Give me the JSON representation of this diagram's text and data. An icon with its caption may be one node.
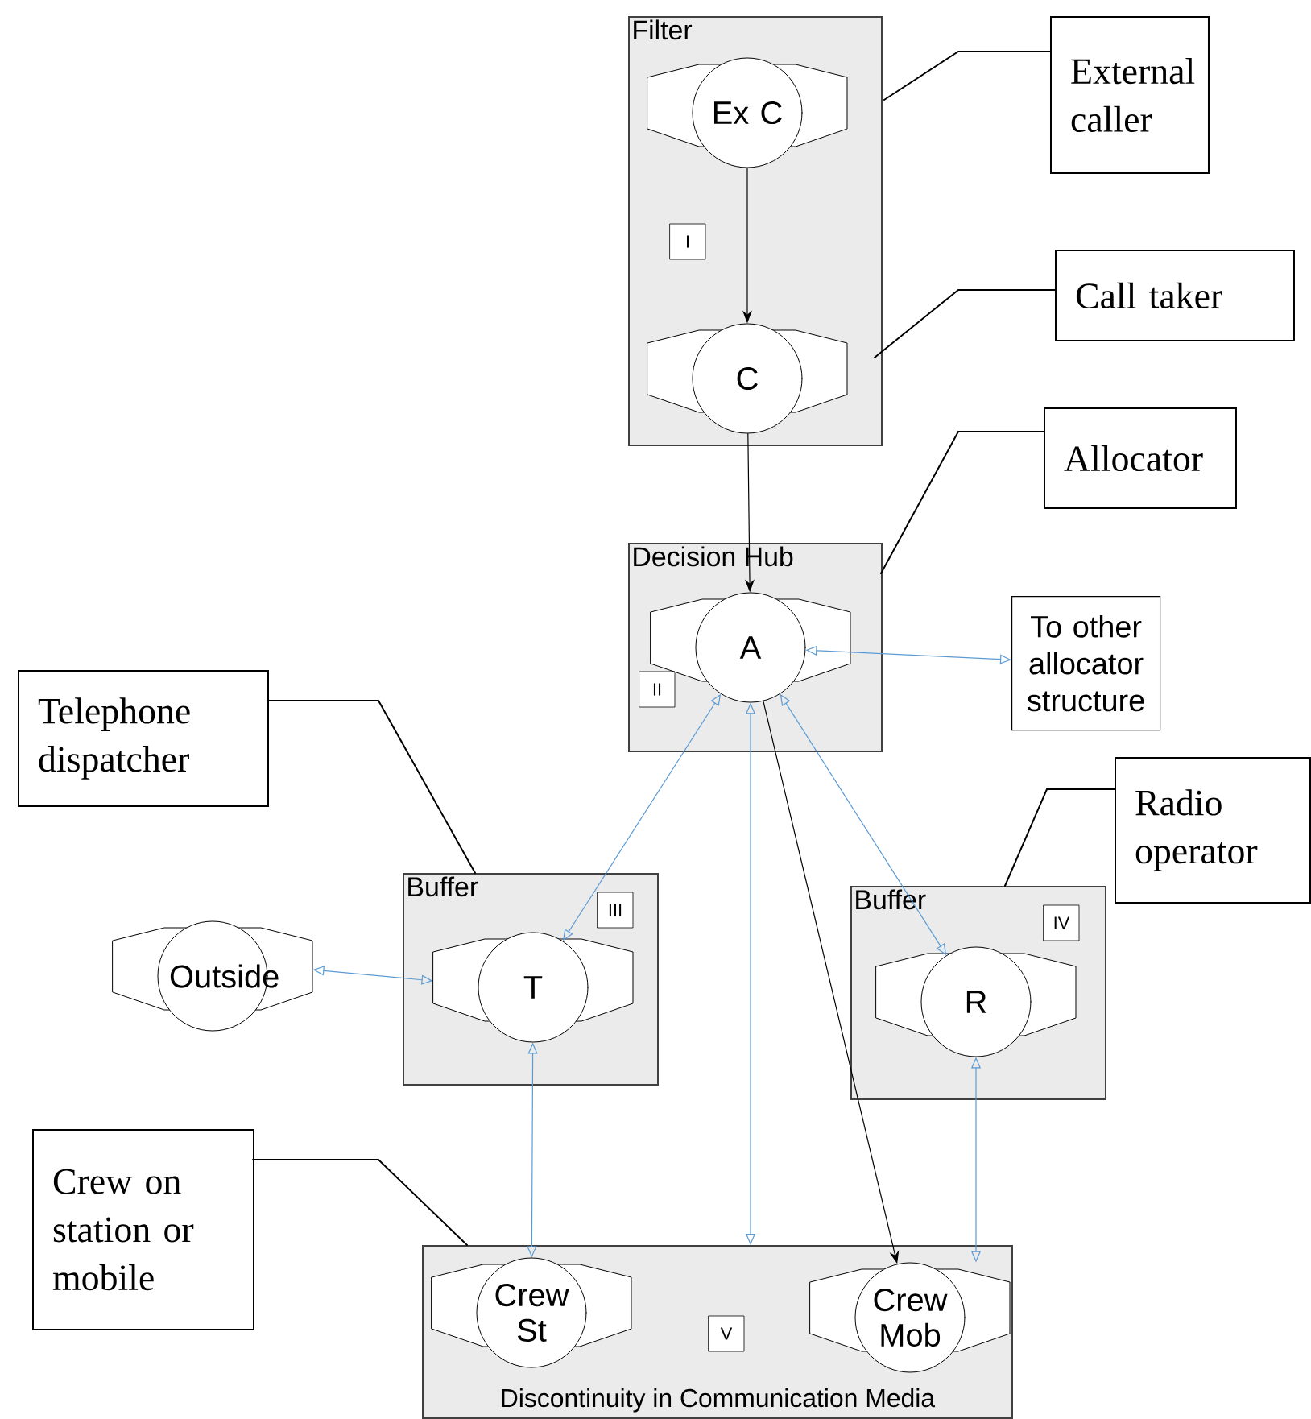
{
  "diagram": {
    "nodes": [
      {
        "text": [
          "Filter"
        ]
      },
      {
        "text": [
          "Ex C"
        ],
        "in": 0
      },
      {
        "text": [
          "I"
        ],
        "in": 0
      },
      {
        "text": [
          "C"
        ],
        "in": 0
      },
      {
        "text": [
          "Decision Hub"
        ]
      },
      {
        "text": [
          "A"
        ],
        "in": 4
      },
      {
        "text": [
          "II"
        ],
        "in": 4
      },
      {
        "text": [
          "To other allocator structure"
        ]
      },
      {
        "text": [
          "Buffer"
        ]
      },
      {
        "text": [
          "III"
        ],
        "in": 8
      },
      {
        "text": [
          "T"
        ],
        "in": 8
      },
      {
        "text": [
          "Outside"
        ]
      },
      {
        "text": [
          "Buffer"
        ]
      },
      {
        "text": [
          "IV"
        ],
        "in": 12
      },
      {
        "text": [
          "R"
        ],
        "in": 12
      },
      {
        "text": [
          "Discontinuity in Communication Media"
        ]
      },
      {
        "text": [
          "Crew St"
        ],
        "in": 15
      },
      {
        "text": [
          "V"
        ],
        "in": 15
      },
      {
        "text": [
          "Crew Mob"
        ],
        "in": 15
      },
      {
        "text": [
          "External caller"
        ]
      },
      {
        "text": [
          "Call taker"
        ]
      },
      {
        "text": [
          "Allocator"
        ]
      },
      {
        "text": [
          "Telephone dispatcher"
        ]
      },
      {
        "text": [
          "Radio operator"
        ]
      },
      {
        "text": [
          "Crew on station or mobile"
        ]
      }
    ],
    "edges": [
      {
        "from": 1,
        "to": 3,
        "arrow": "to"
      },
      {
        "from": 3,
        "to": 5,
        "arrow": "to"
      },
      {
        "from": 5,
        "to": 7,
        "arrow": "both",
        "color": "#5b9bd5"
      },
      {
        "from": 10,
        "to": 5,
        "arrow": "both",
        "color": "#5b9bd5"
      },
      {
        "from": 5,
        "to": 14,
        "arrow": "both",
        "color": "#5b9bd5"
      },
      {
        "from": 5,
        "to": 15,
        "arrow": "both",
        "color": "#5b9bd5"
      },
      {
        "from": 5,
        "to": 18,
        "arrow": "to"
      },
      {
        "from": 11,
        "to": 10,
        "arrow": "both",
        "color": "#5b9bd5"
      },
      {
        "from": 10,
        "to": 16,
        "arrow": "both",
        "color": "#5b9bd5"
      },
      {
        "from": 14,
        "to": 18,
        "arrow": "both",
        "color": "#5b9bd5"
      },
      {
        "from": 19,
        "to": 0,
        "arrow": "none"
      },
      {
        "from": 20,
        "to": 0,
        "arrow": "none"
      },
      {
        "from": 21,
        "to": 4,
        "arrow": "none"
      },
      {
        "from": 22,
        "to": 8,
        "arrow": "none"
      },
      {
        "from": 23,
        "to": 12,
        "arrow": "none"
      },
      {
        "from": 24,
        "to": 15,
        "arrow": "none"
      }
    ]
  }
}
